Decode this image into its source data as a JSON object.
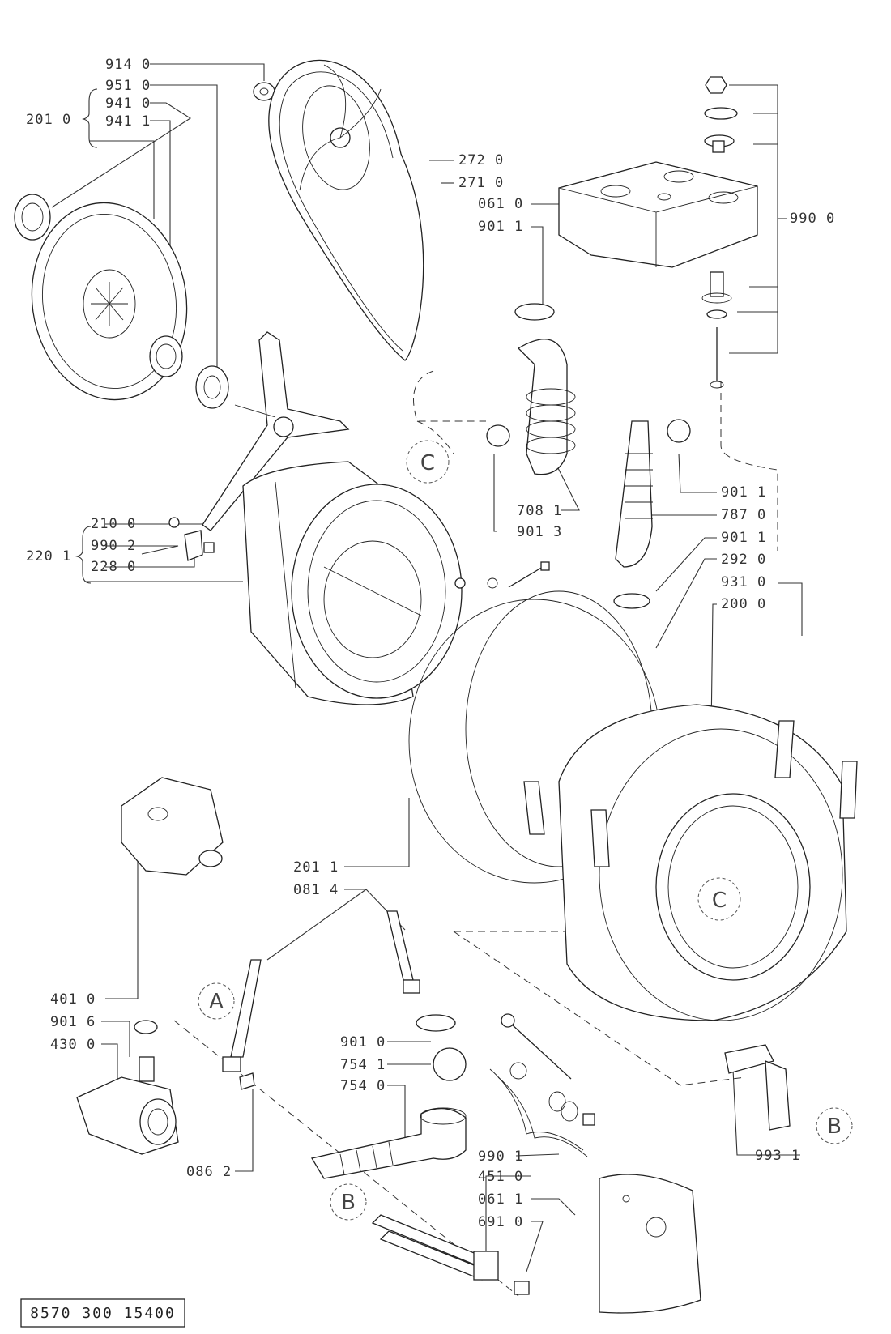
{
  "labels": {
    "l9140": "914 0",
    "l9510": "951 0",
    "l9410": "941 0",
    "l9411": "941 1",
    "l2010": "201 0",
    "l2720": "272 0",
    "l2710": "271 0",
    "l0610": "061 0",
    "l9011a": "901 1",
    "l9900": "990 0",
    "l7081": "708 1",
    "l9013": "901 3",
    "l9011b": "901 1",
    "l7870": "787 0",
    "l9011c": "901 1",
    "l2920": "292 0",
    "l9310": "931 0",
    "l2000": "200 0",
    "l2100": "210 0",
    "l9902": "990 2",
    "l2280": "228 0",
    "l2201": "220 1",
    "l2011": "201 1",
    "l0814": "081 4",
    "l4010": "401 0",
    "l9016": "901 6",
    "l4300": "430 0",
    "l9010": "901 0",
    "l7541": "754 1",
    "l7540": "754 0",
    "l0862": "086 2",
    "l9901": "990 1",
    "l4510": "451 0",
    "l0611": "061 1",
    "l6910": "691 0",
    "l9931": "993 1"
  },
  "callouts": {
    "a": "A",
    "b_left": "B",
    "b_right": "B",
    "c_left": "C",
    "c_tub": "C"
  },
  "drawing_code": "8570 300 15400"
}
